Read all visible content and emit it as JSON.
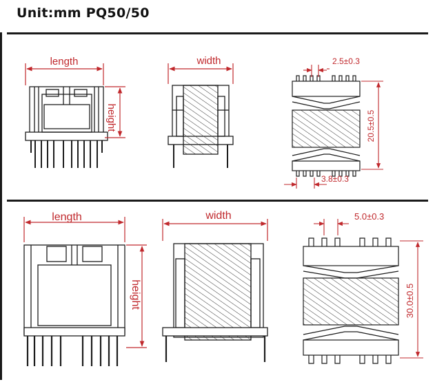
{
  "header": {
    "title": "Unit:mm PQ50/50"
  },
  "top_row": {
    "front_label_length": "length",
    "front_label_height": "height",
    "side_label_width": "width",
    "pin_pitch": "2.5±0.3",
    "body_height": "20.5±0.5",
    "pin_row_spacing": "3.8±0.3"
  },
  "bottom_row": {
    "front_label_length": "length",
    "front_label_height": "height",
    "side_label_width": "width",
    "pin_pitch": "5.0±0.3",
    "body_height": "30.0±0.5"
  },
  "colors": {
    "dimension": "#c0282c",
    "outline": "#1c1c1c",
    "accent_rule": "#1a1a1a"
  }
}
